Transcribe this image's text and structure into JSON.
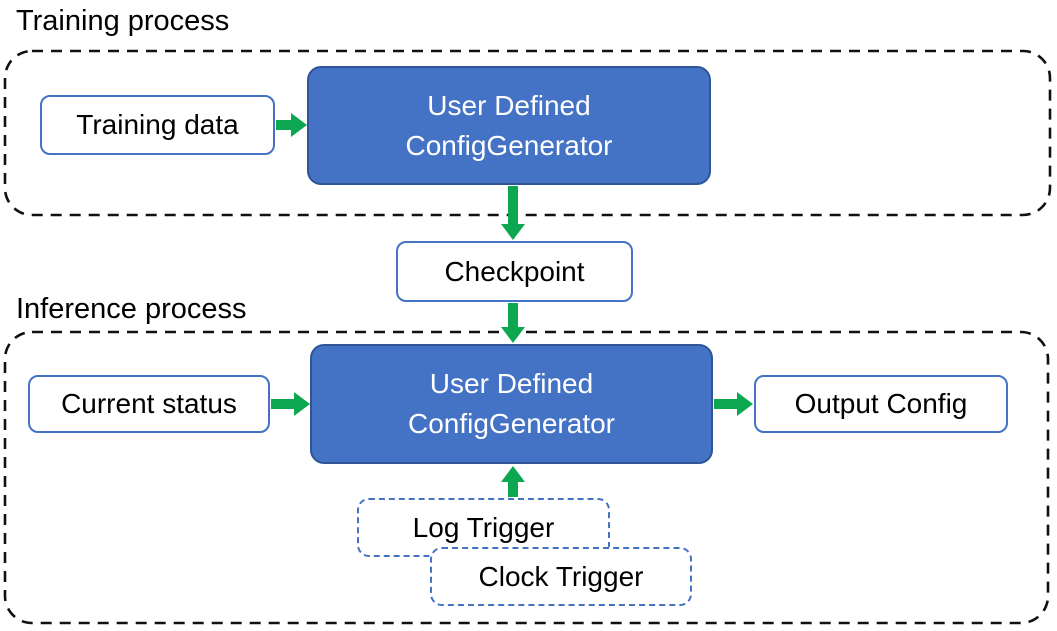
{
  "colors": {
    "box-blue": "#4472C4",
    "box-blue-border": "#2F5597",
    "outline-blue": "#4472C4",
    "arrow-green": "#0CA750",
    "container-dash": "#111111",
    "text-dark": "#000000",
    "text-light": "#FFFFFF",
    "background": "#FFFFFF"
  },
  "training": {
    "title": "Training process",
    "input_box_label": "Training data",
    "generator_line1": "User Defined",
    "generator_line2": "ConfigGenerator"
  },
  "checkpoint": {
    "label": "Checkpoint"
  },
  "inference": {
    "title": "Inference process",
    "input_box_label": "Current status",
    "generator_line1": "User Defined",
    "generator_line2": "ConfigGenerator",
    "output_box_label": "Output Config",
    "log_trigger_label": "Log Trigger",
    "clock_trigger_label": "Clock Trigger"
  }
}
